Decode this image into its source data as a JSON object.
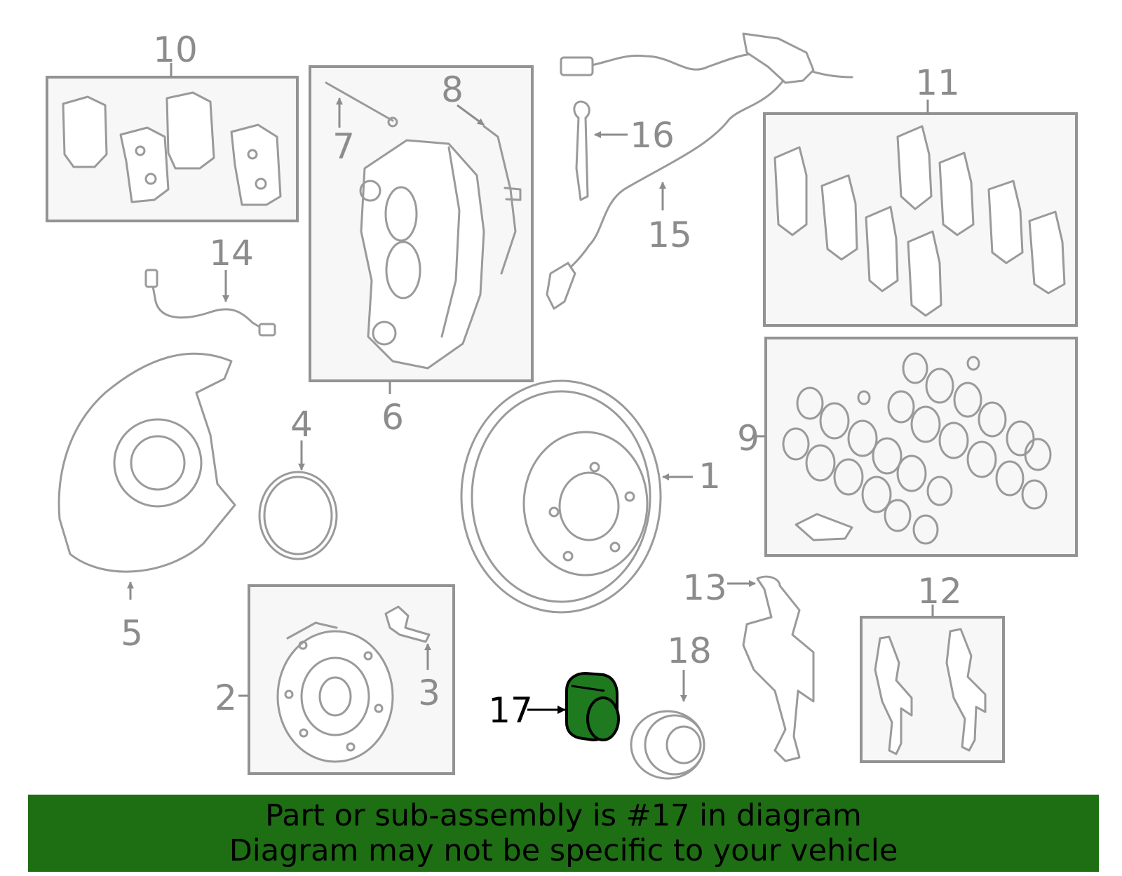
{
  "colors": {
    "highlight_part": "#1f7a1f",
    "banner_bg": "#1e6e14",
    "line_gray": "#9a9a9a",
    "box_fill": "#f7f7f7"
  },
  "callouts": {
    "c1": "1",
    "c2": "2",
    "c3": "3",
    "c4": "4",
    "c5": "5",
    "c6": "6",
    "c7": "7",
    "c8": "8",
    "c9": "9",
    "c10": "10",
    "c11": "11",
    "c12": "12",
    "c13": "13",
    "c14": "14",
    "c15": "15",
    "c16": "16",
    "c17": "17",
    "c18": "18"
  },
  "banner": {
    "line1": "Part or sub-assembly is #17 in diagram",
    "line2": "Diagram may not be specific to your vehicle"
  }
}
